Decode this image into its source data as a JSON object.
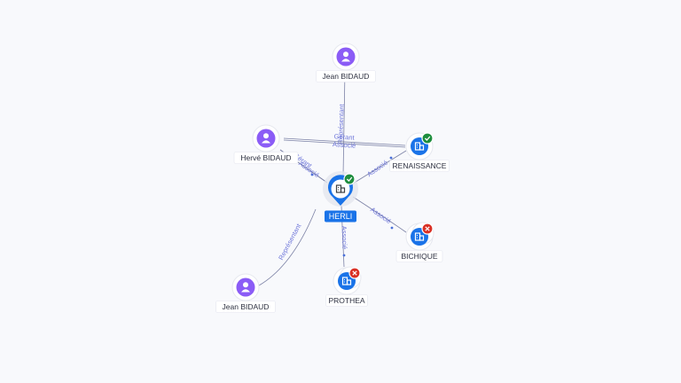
{
  "graph": {
    "nodes": {
      "jean_top": {
        "label": "Jean BIDAUD",
        "type": "person"
      },
      "herve": {
        "label": "Hervé BIDAUD",
        "type": "person"
      },
      "jean_bottom": {
        "label": "Jean BIDAUD",
        "type": "person"
      },
      "herli": {
        "label": "HERLI",
        "type": "company",
        "status": "active",
        "focus": true
      },
      "renaissance": {
        "label": "RENAISSANCE",
        "type": "company",
        "status": "active"
      },
      "bichique": {
        "label": "BICHIQUE",
        "type": "company",
        "status": "closed"
      },
      "prothea": {
        "label": "PROTHEA",
        "type": "company",
        "status": "closed"
      }
    },
    "edges": [
      {
        "from": "jean_top",
        "to": "herli",
        "label": "Représentant"
      },
      {
        "from": "herve",
        "to": "renaissance",
        "label": "Gérant"
      },
      {
        "from": "herve",
        "to": "renaissance",
        "label": "Associé"
      },
      {
        "from": "herve",
        "to": "herli",
        "label": "Gérant"
      },
      {
        "from": "herve",
        "to": "herli",
        "label": "Associé"
      },
      {
        "from": "herli",
        "to": "renaissance",
        "label": "Associé"
      },
      {
        "from": "herli",
        "to": "bichique",
        "label": "Associé"
      },
      {
        "from": "herli",
        "to": "prothea",
        "label": "Associé"
      },
      {
        "from": "jean_bottom",
        "to": "herli",
        "label": "Représentant"
      }
    ]
  },
  "colors": {
    "person": "#8b5cf6",
    "company": "#1a73e8",
    "active": "#1e8e3e",
    "closed": "#d93025",
    "edge_label": "#6d75d9"
  }
}
